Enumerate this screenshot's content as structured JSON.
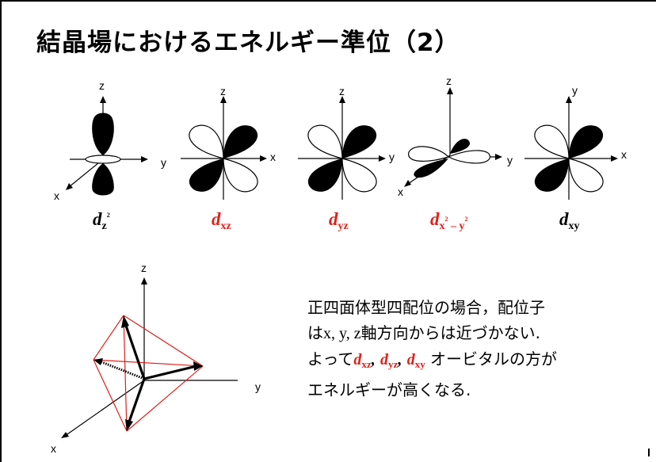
{
  "title": "結晶場におけるエネルギー準位（2）",
  "orbitals": [
    {
      "name": "d",
      "sub": "z",
      "sup": "2",
      "color": "#000000"
    },
    {
      "name": "d",
      "sub": "xz",
      "sup": "",
      "color": "#e0201a"
    },
    {
      "name": "d",
      "sub": "yz",
      "sup": "",
      "color": "#e0201a"
    },
    {
      "name": "d",
      "sub": "x",
      "sup2": "2",
      "sub_tail": " – y",
      "sup3": "2",
      "color": "#e0201a"
    },
    {
      "name": "d",
      "sub": "xy",
      "sup": "",
      "color": "#000000"
    }
  ],
  "axes": {
    "dz2": {
      "z": "z",
      "y": "y",
      "x": "x"
    },
    "dxz": {
      "z": "z",
      "x": "x"
    },
    "dyz": {
      "z": "z",
      "y": "y"
    },
    "dx2y2": {
      "z": "z",
      "y": "y",
      "x": "x"
    },
    "dxy": {
      "y": "y",
      "x": "x"
    },
    "tetra": {
      "z": "z",
      "y": "y",
      "x": "x"
    }
  },
  "text": {
    "line1": "正四面体型四配位の場合，配位子",
    "line2_a": "は",
    "line2_b": "x, y, z",
    "line2_c": "軸方向からは近づかない.",
    "line3_a": "よって",
    "line3_dxz_sub": "xz",
    "line3_dyz_sub": "yz",
    "line3_dxy_sub": "xy",
    "line3_d": "d",
    "line3_comma": ",",
    "line3_b": " オービタルの方が",
    "line4": "エネルギーが高くなる."
  }
}
